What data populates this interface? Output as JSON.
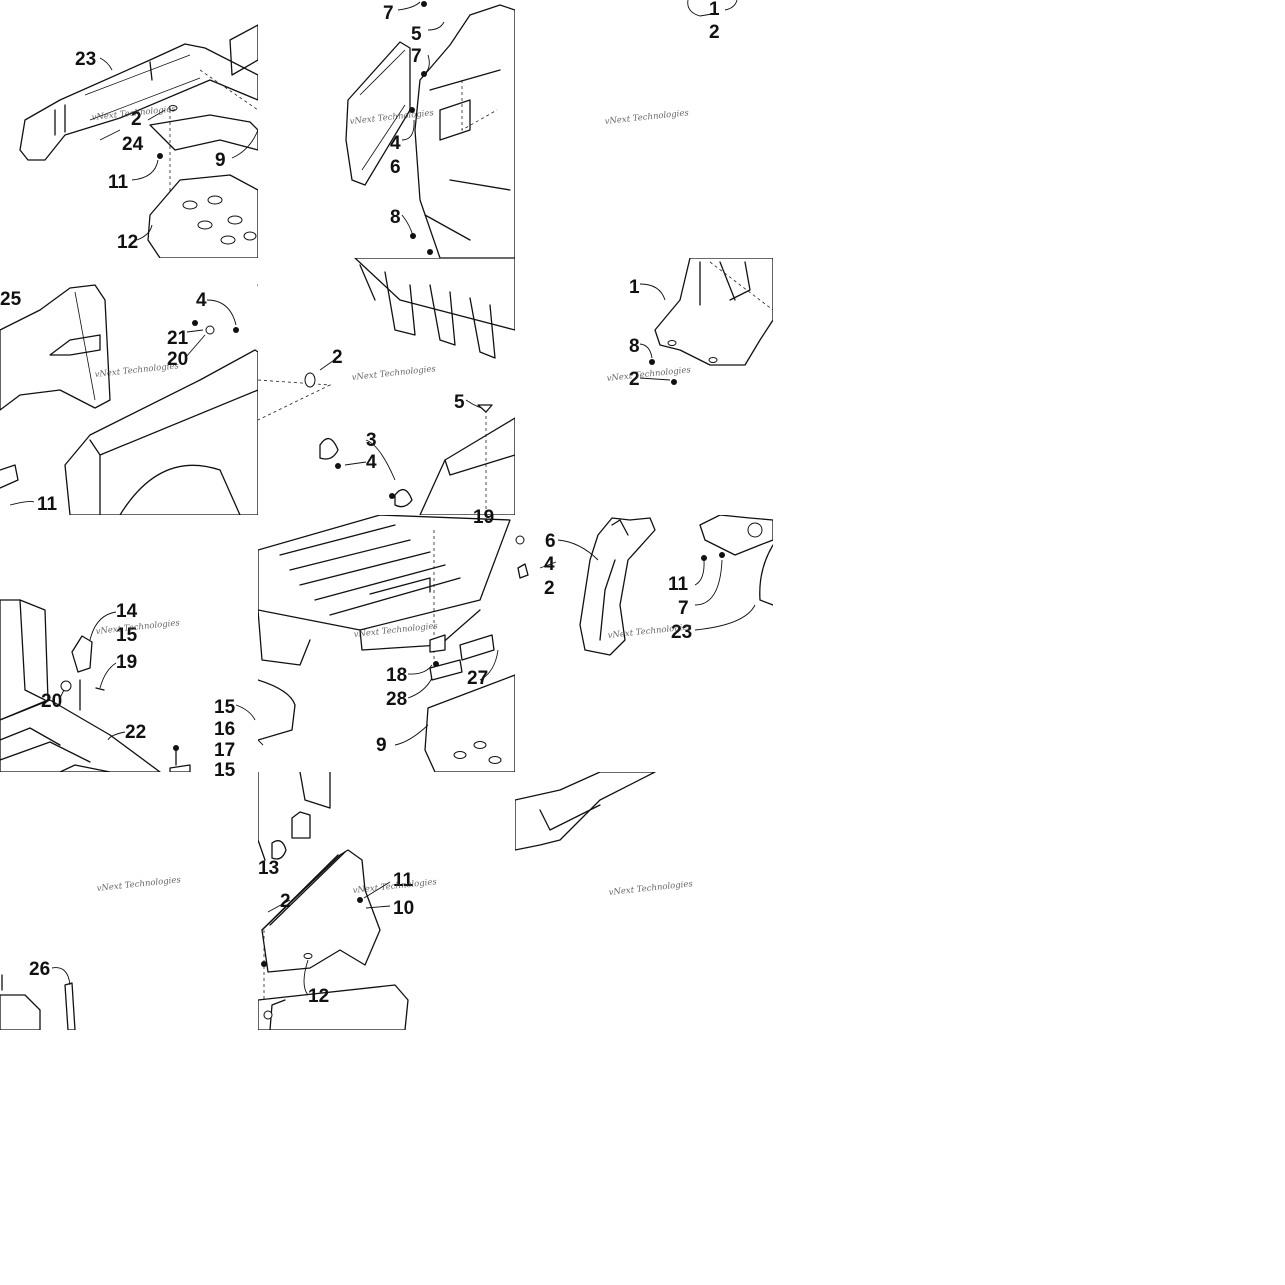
{
  "diagram": {
    "watermark": "vNext Technologies",
    "callouts": [
      {
        "id": "c-7a",
        "label": "7"
      },
      {
        "id": "c-5a",
        "label": "5"
      },
      {
        "id": "c-7b",
        "label": "7"
      },
      {
        "id": "c-4a",
        "label": "4"
      },
      {
        "id": "c-6a",
        "label": "6"
      },
      {
        "id": "c-8a",
        "label": "8"
      },
      {
        "id": "c-1a",
        "label": "1"
      },
      {
        "id": "c-2a",
        "label": "2"
      },
      {
        "id": "c-23a",
        "label": "23"
      },
      {
        "id": "c-2b",
        "label": "2"
      },
      {
        "id": "c-24",
        "label": "24"
      },
      {
        "id": "c-9a",
        "label": "9"
      },
      {
        "id": "c-11a",
        "label": "11"
      },
      {
        "id": "c-12a",
        "label": "12"
      },
      {
        "id": "c-25",
        "label": "25"
      },
      {
        "id": "c-4b",
        "label": "4"
      },
      {
        "id": "c-21",
        "label": "21"
      },
      {
        "id": "c-20a",
        "label": "20"
      },
      {
        "id": "c-2c",
        "label": "2"
      },
      {
        "id": "c-3",
        "label": "3"
      },
      {
        "id": "c-4c",
        "label": "4"
      },
      {
        "id": "c-5b",
        "label": "5"
      },
      {
        "id": "c-11b",
        "label": "11"
      },
      {
        "id": "c-1b",
        "label": "1"
      },
      {
        "id": "c-8b",
        "label": "8"
      },
      {
        "id": "c-2d",
        "label": "2"
      },
      {
        "id": "c-19a",
        "label": "19"
      },
      {
        "id": "c-4d",
        "label": "4"
      },
      {
        "id": "c-2e",
        "label": "2"
      },
      {
        "id": "c-6b",
        "label": "6"
      },
      {
        "id": "c-11c",
        "label": "11"
      },
      {
        "id": "c-7c",
        "label": "7"
      },
      {
        "id": "c-23b",
        "label": "23"
      },
      {
        "id": "c-14",
        "label": "14"
      },
      {
        "id": "c-15a",
        "label": "15"
      },
      {
        "id": "c-19b",
        "label": "19"
      },
      {
        "id": "c-20b",
        "label": "20"
      },
      {
        "id": "c-22",
        "label": "22"
      },
      {
        "id": "c-15b",
        "label": "15"
      },
      {
        "id": "c-16",
        "label": "16"
      },
      {
        "id": "c-17",
        "label": "17"
      },
      {
        "id": "c-15c",
        "label": "15"
      },
      {
        "id": "c-18",
        "label": "18"
      },
      {
        "id": "c-28",
        "label": "28"
      },
      {
        "id": "c-27",
        "label": "27"
      },
      {
        "id": "c-9b",
        "label": "9"
      },
      {
        "id": "c-13",
        "label": "13"
      },
      {
        "id": "c-2f",
        "label": "2"
      },
      {
        "id": "c-11d",
        "label": "11"
      },
      {
        "id": "c-10",
        "label": "10"
      },
      {
        "id": "c-12b",
        "label": "12"
      },
      {
        "id": "c-26",
        "label": "26"
      }
    ]
  }
}
